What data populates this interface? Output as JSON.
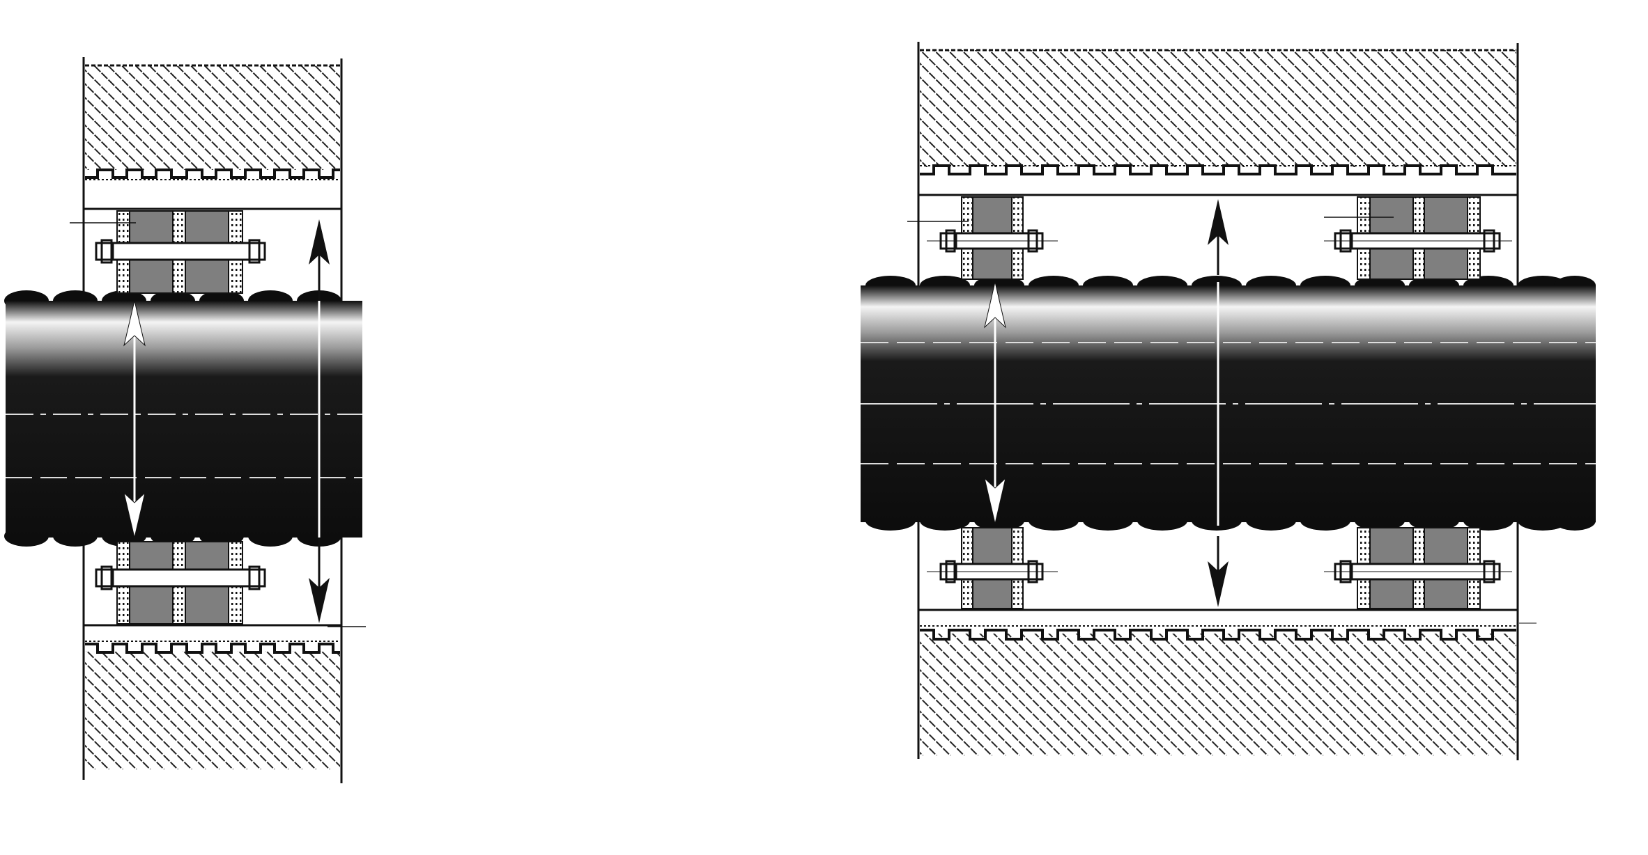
{
  "colors": {
    "background": "#ffffff",
    "pipe_body": "#0d0d0d",
    "pipe_highlight": "#f4f4f4",
    "flange_fill": "#7f7f7f",
    "outline": "#111111",
    "arrow_dark": "#111111",
    "arrow_light": "#ffffff",
    "hatch": "#222222"
  },
  "icons": {
    "wall_hatch": "diagonal-hatch",
    "corrugated_pipe": "corrugated-pipe",
    "clamp": "bolted-flange-clamp",
    "arrow": "double-headed-arrow"
  },
  "diagrams": [
    {
      "id": "left-section",
      "clamp_count": 1
    },
    {
      "id": "right-section",
      "clamp_count": 2
    }
  ]
}
